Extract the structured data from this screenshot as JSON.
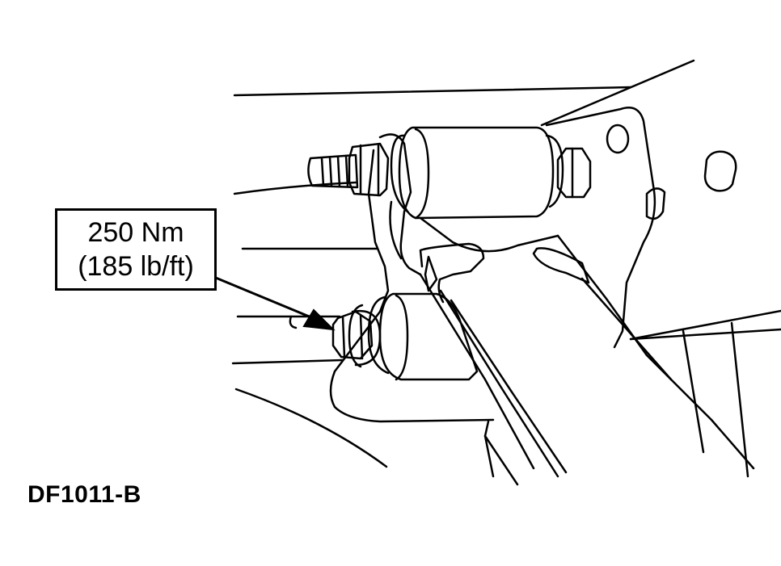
{
  "callout": {
    "torque_nm": "250 Nm",
    "torque_lbft": "(185 lb/ft)"
  },
  "figure_id": "DF1011-B",
  "colors": {
    "line": "#000000",
    "background": "#ffffff"
  }
}
